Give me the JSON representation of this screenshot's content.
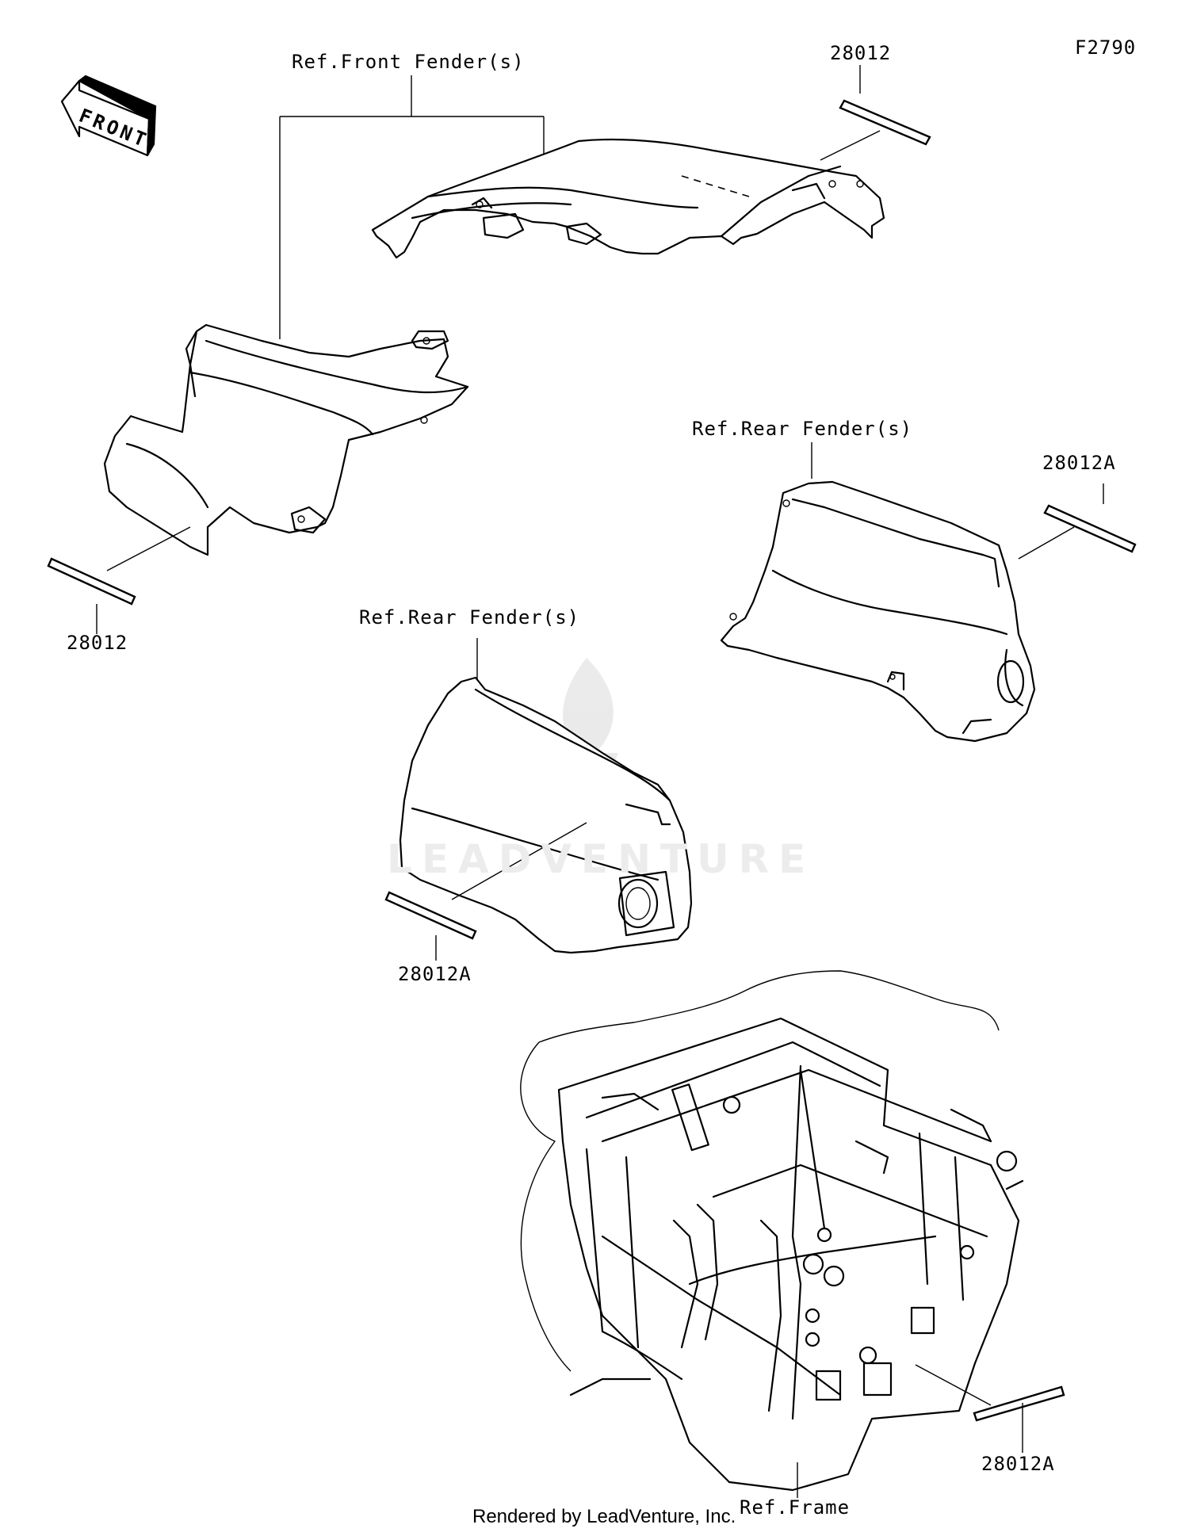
{
  "diagram_id": "F2790",
  "front_arrow_text": "FRONT",
  "labels": {
    "ref_front_fender": "Ref.Front Fender(s)",
    "ref_rear_fender_right": "Ref.Rear Fender(s)",
    "ref_rear_fender_center": "Ref.Rear Fender(s)",
    "ref_frame": "Ref.Frame",
    "part_28012_top": "28012",
    "part_28012_left": "28012",
    "part_28012a_right": "28012A",
    "part_28012a_center": "28012A",
    "part_28012a_bottom": "28012A"
  },
  "watermark": "LEADVENTURE",
  "footer": "Rendered by LeadVenture, Inc."
}
